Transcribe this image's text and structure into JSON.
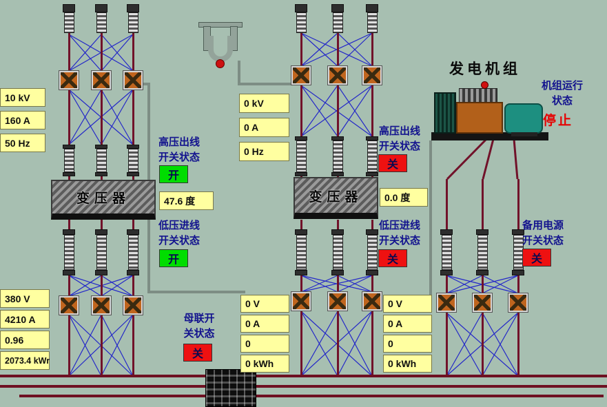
{
  "status_on_text": "开",
  "colors": {
    "background": "#a7bfb1",
    "status_on": "#00dd00",
    "status_off": "#ee1111",
    "run_stopped_text": "#e60000",
    "wire_maroon": "#71122a",
    "wire_blue": "#2428c8",
    "meter_yellow": "#ffffa0"
  },
  "left": {
    "hv_meters": {
      "voltage": "10 kV",
      "current": "160 A",
      "frequency": "50 Hz"
    },
    "hv_switch": {
      "label1": "高压出线",
      "label2": "开关状态",
      "status": "开"
    },
    "transformer": {
      "name": "变压器",
      "temperature": "47.6 度"
    },
    "lv_switch": {
      "label1": "低压进线",
      "label2": "开关状态",
      "status": "开"
    },
    "lv_meters": {
      "voltage": "380 V",
      "current": "4210 A",
      "power_factor": "0.96",
      "energy": "2073.4 kWr"
    }
  },
  "middle": {
    "hv_meters": {
      "voltage": "0 kV",
      "current": "0 A",
      "frequency": "0 Hz"
    },
    "hv_switch": {
      "label1": "高压出线",
      "label2": "开关状态",
      "status": "关"
    },
    "transformer": {
      "name": "变压器",
      "temperature": "0.0 度"
    },
    "lv_switch": {
      "label1": "低压进线",
      "label2": "开关状态",
      "status": "关"
    },
    "lv_meters_a": {
      "voltage": "0 V",
      "current": "0 A",
      "power_factor": "0",
      "energy": "0 kWh"
    },
    "lv_meters_b": {
      "voltage": "0 V",
      "current": "0 A",
      "power_factor": "0",
      "energy": "0 kWh"
    }
  },
  "bus_tie": {
    "label1": "母联开",
    "label2": "关状态",
    "status": "关"
  },
  "generator": {
    "title": "发电机组",
    "run_label1": "机组运行",
    "run_label2": "状态",
    "run_status": "停止",
    "backup_label1": "备用电源",
    "backup_label2": "开关状态",
    "backup_status": "关"
  },
  "icons": {
    "hook": "crane-hook-icon",
    "junction": "junction-box-icon",
    "breaker": "circuit-breaker-icon",
    "transformer": "transformer-icon",
    "generator": "generator-icon",
    "building": "substation-building-icon"
  }
}
